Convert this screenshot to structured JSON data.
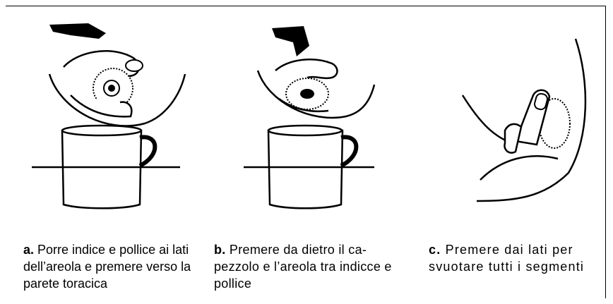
{
  "figures": [
    {
      "letter": "a.",
      "text": " Porre indice e pollice ai lati dell’areola e premere verso la parete toracica"
    },
    {
      "letter": "b.",
      "text": " Premere da dietro il ca-pezzolo e l’areola tra indicce e pollice"
    },
    {
      "letter": "c.",
      "text": " Premere dai lati per svuotare tutti i segmenti"
    }
  ],
  "colors": {
    "ink": "#000000",
    "background": "#ffffff"
  }
}
